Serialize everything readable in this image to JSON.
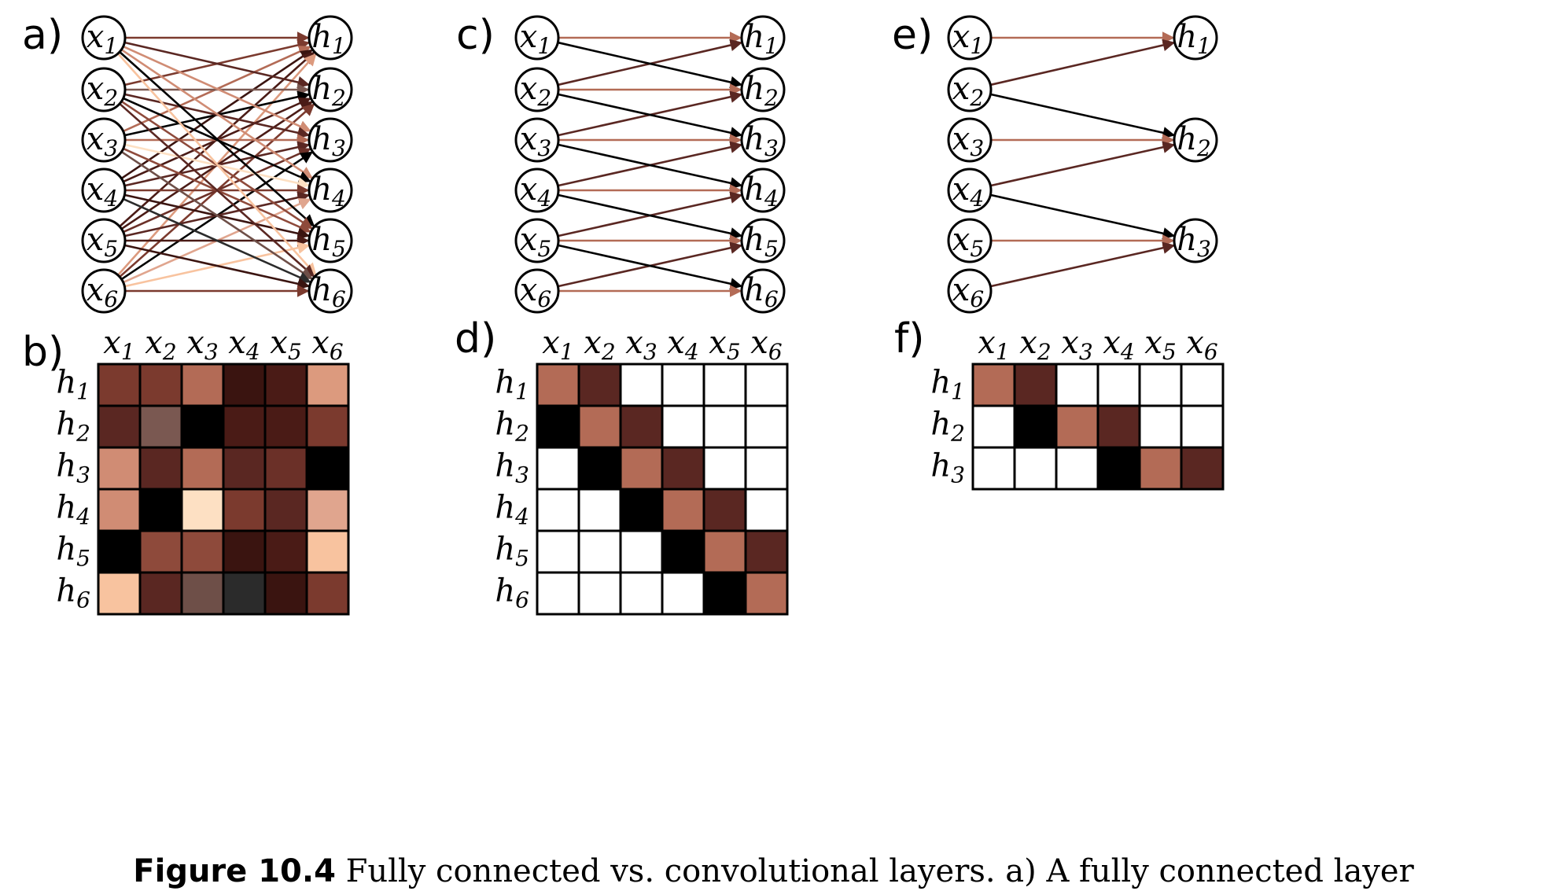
{
  "caption": {
    "label": "Figure 10.4",
    "text": "Fully connected vs. convolutional layers. a) A fully connected layer"
  },
  "panels": [
    {
      "key": "a",
      "label": "a)"
    },
    {
      "key": "b",
      "label": "b)"
    },
    {
      "key": "c",
      "label": "c)"
    },
    {
      "key": "d",
      "label": "d)"
    },
    {
      "key": "e",
      "label": "e)"
    },
    {
      "key": "f",
      "label": "f)"
    }
  ],
  "inputs": [
    [
      "x",
      "1"
    ],
    [
      "x",
      "2"
    ],
    [
      "x",
      "3"
    ],
    [
      "x",
      "4"
    ],
    [
      "x",
      "5"
    ],
    [
      "x",
      "6"
    ]
  ],
  "hidden_full": [
    [
      "h",
      "1"
    ],
    [
      "h",
      "2"
    ],
    [
      "h",
      "3"
    ],
    [
      "h",
      "4"
    ],
    [
      "h",
      "5"
    ],
    [
      "h",
      "6"
    ]
  ],
  "hidden_strided": [
    [
      "h",
      "1"
    ],
    [
      "h",
      "2"
    ],
    [
      "h",
      "3"
    ]
  ],
  "colors": {
    "light_peach": "#f8c39f",
    "peach": "#dc9a7e",
    "salmon": "#b36b56",
    "brown": "#7b3a2e",
    "dark_brown": "#5a2722",
    "very_dark": "#3a1410",
    "gray_brown": "#6e4f48",
    "charcoal": "#2b2b2b",
    "cream": "#fde0c3",
    "black": "#000000",
    "white": "#ffffff"
  },
  "matrix_b": [
    [
      "#7b3a2e",
      "#7b3a2e",
      "#b36b56",
      "#3a1410",
      "#4a1b16",
      "#dc9a7e"
    ],
    [
      "#5a2722",
      "#7a5851",
      "#000000",
      "#4a1b16",
      "#4a1b16",
      "#7b3a2e"
    ],
    [
      "#d08c74",
      "#5a2722",
      "#b36b56",
      "#5a2722",
      "#6b3028",
      "#000000"
    ],
    [
      "#d08c74",
      "#000000",
      "#fde0c3",
      "#7b3a2e",
      "#5a2722",
      "#e0a58e"
    ],
    [
      "#000000",
      "#8e4a3b",
      "#8e4a3b",
      "#3a1410",
      "#4a1b16",
      "#f8c39f"
    ],
    [
      "#f8c39f",
      "#5a2722",
      "#6e4f48",
      "#2b2b2b",
      "#3a1410",
      "#7b3a2e"
    ]
  ],
  "kernel_colors": [
    "#000000",
    "#b36b56",
    "#5a2722"
  ]
}
